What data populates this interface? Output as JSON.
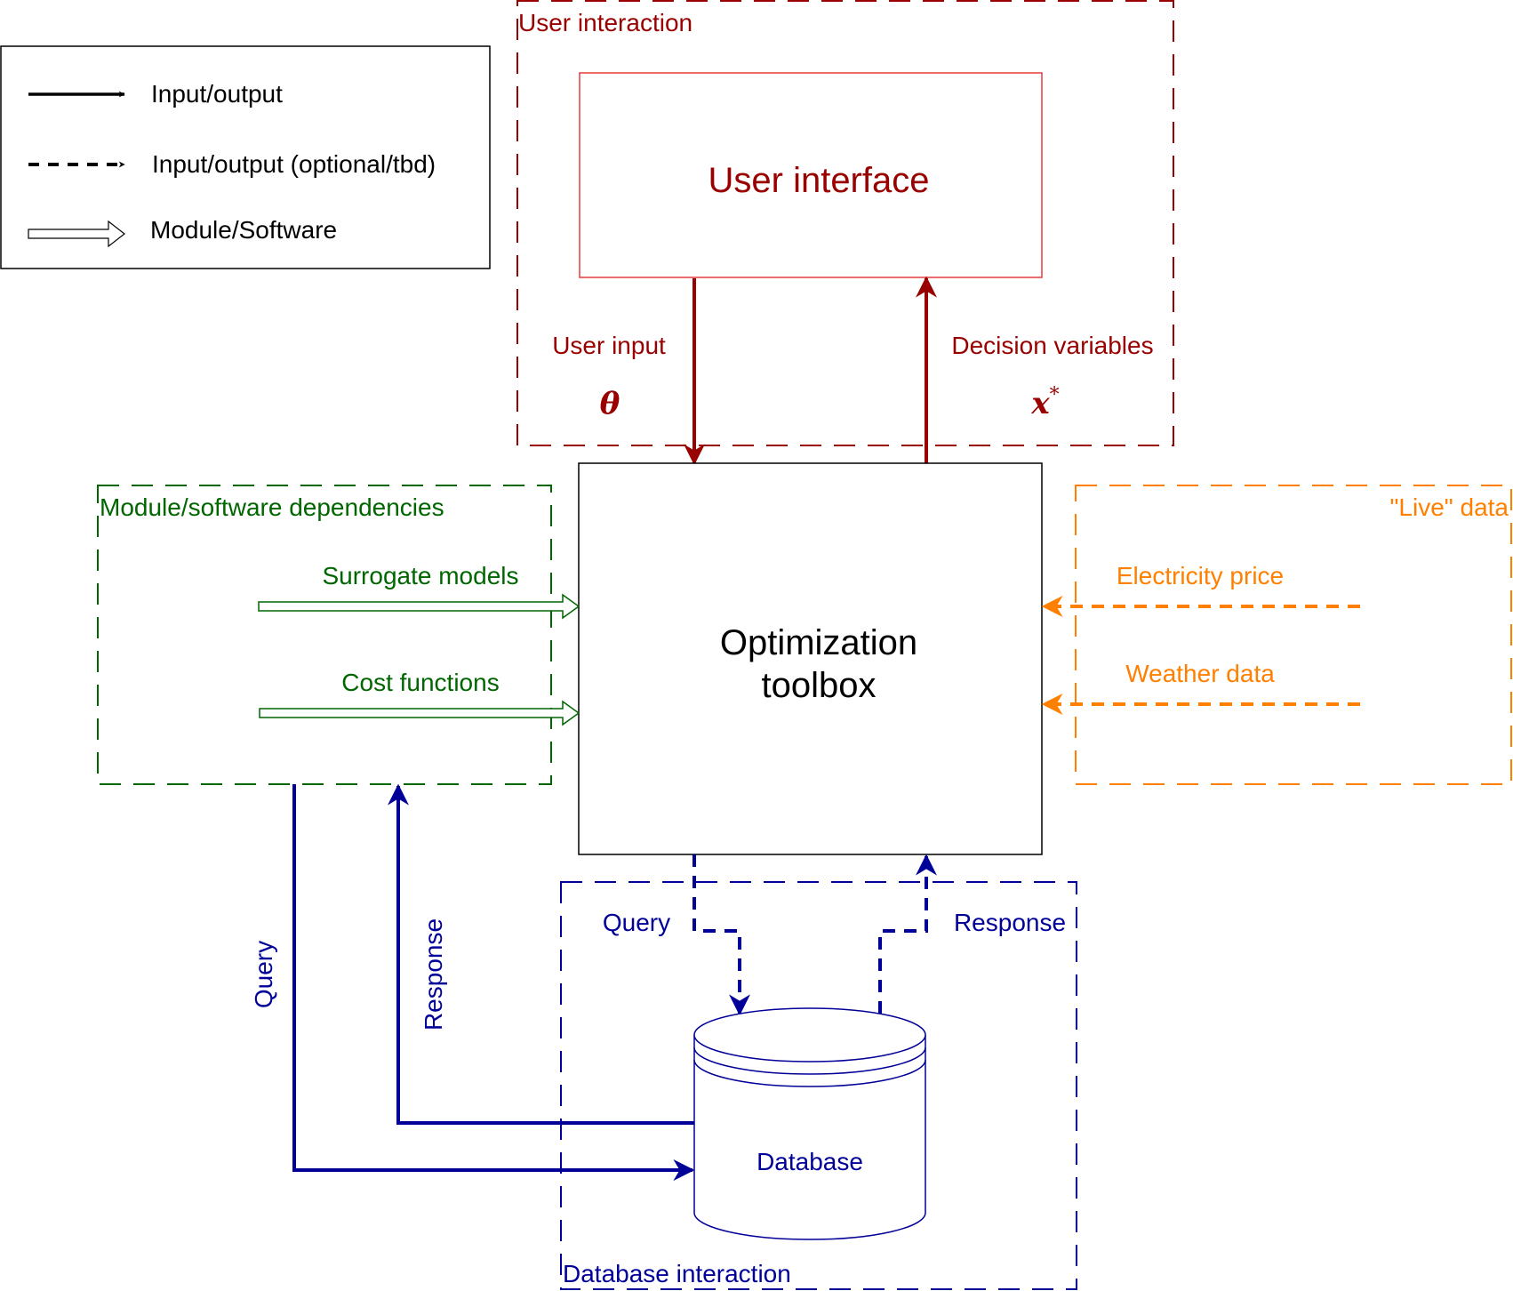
{
  "colors": {
    "black": "#000000",
    "dark_red": "#990000",
    "green": "#006600",
    "orange": "#ff8000",
    "navy": "#000099"
  },
  "legend": {
    "items": [
      {
        "label": "Input/output",
        "style": "solid-arrow"
      },
      {
        "label": "Input/output (optional/tbd)",
        "style": "dashed-arrow"
      },
      {
        "label": "Module/Software",
        "style": "hollow-arrow"
      }
    ]
  },
  "groups": {
    "user_interaction": {
      "label": "User interaction"
    },
    "dependencies": {
      "label": "Module/software dependencies"
    },
    "live_data": {
      "label": "\"Live\" data"
    },
    "database_interaction": {
      "label": "Database interaction"
    }
  },
  "nodes": {
    "user_interface": {
      "label": "User interface"
    },
    "optimization_toolbox": {
      "label_line1": "Optimization",
      "label_line2": "toolbox"
    },
    "database": {
      "label": "Database"
    }
  },
  "edges": {
    "user_input": {
      "label": "User input",
      "symbol": "θ"
    },
    "decision_variables": {
      "label": "Decision variables",
      "symbol": "x",
      "symbol_sup": "*"
    },
    "surrogate_models": {
      "label": "Surrogate models"
    },
    "cost_functions": {
      "label": "Cost functions"
    },
    "electricity_price": {
      "label": "Electricity price"
    },
    "weather_data": {
      "label": "Weather data"
    },
    "toolbox_db_query": {
      "label": "Query"
    },
    "toolbox_db_response": {
      "label": "Response"
    },
    "deps_db_query": {
      "label": "Query"
    },
    "deps_db_response": {
      "label": "Response"
    }
  }
}
